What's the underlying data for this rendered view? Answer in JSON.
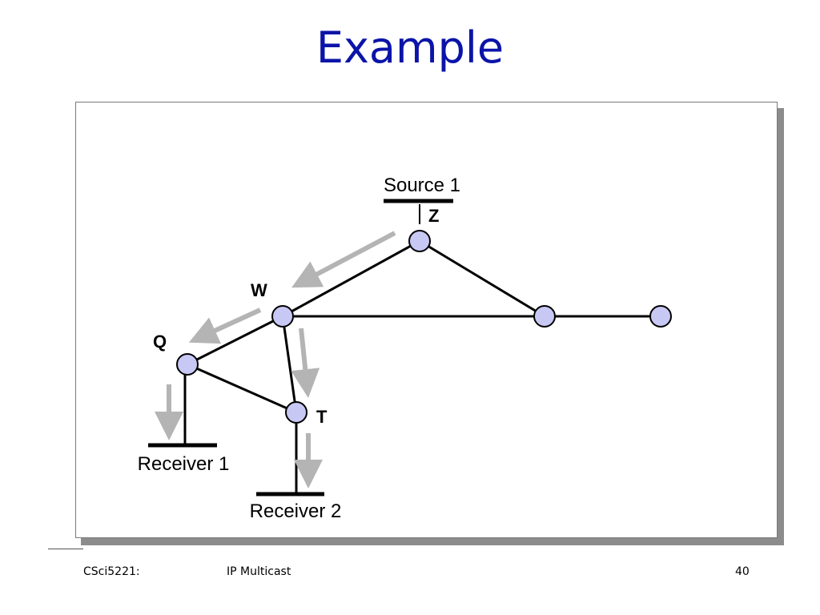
{
  "slide": {
    "title": "Example"
  },
  "diagram": {
    "labels": {
      "source": "Source 1",
      "z": "Z",
      "w": "W",
      "q": "Q",
      "t": "T",
      "receiver1": "Receiver 1",
      "receiver2": "Receiver 2"
    },
    "colors": {
      "node_fill": "#c8c8f4",
      "edge": "#000000",
      "arrow": "#b4b4b4"
    }
  },
  "footer": {
    "course": "CSci5221:",
    "topic": "IP Multicast",
    "page": "40"
  }
}
